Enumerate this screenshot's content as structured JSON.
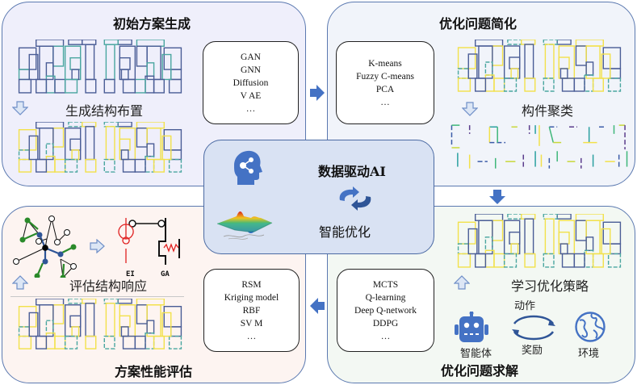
{
  "panels": {
    "top_left": {
      "title": "初始方案生成",
      "caption": "生成结构布置",
      "algorithms": [
        "GAN",
        "GNN",
        "Diffusion",
        "V AE",
        "…"
      ]
    },
    "top_right": {
      "title": "优化问题简化",
      "caption": "构件聚类",
      "algorithms": [
        "K-means",
        "Fuzzy C-means",
        "PCA",
        "…"
      ]
    },
    "bottom_left": {
      "title": "方案性能评估",
      "caption": "评估结构响应",
      "algorithms": [
        "RSM",
        "Kriging model",
        "RBF",
        "SV M",
        "…"
      ],
      "labels": {
        "ei": "EI",
        "ga": "GA"
      }
    },
    "bottom_right": {
      "title": "优化问题求解",
      "caption": "学习优化策略",
      "algorithms": [
        "MCTS",
        "Q-learning",
        "Deep Q-network",
        "DDPG",
        "…"
      ],
      "rl": {
        "agent": "智能体",
        "action": "动作",
        "reward": "奖励",
        "environment": "环境"
      }
    }
  },
  "center": {
    "line1": "数据驱动AI",
    "line2": "智能优化"
  },
  "colors": {
    "accent_blue": "#4472c4",
    "plan_wall": "#4a5d96",
    "plan_cluster_yellow": "#f2e14a",
    "plan_teal": "#4aa6a0",
    "center_bg": "#d9e2f3"
  }
}
